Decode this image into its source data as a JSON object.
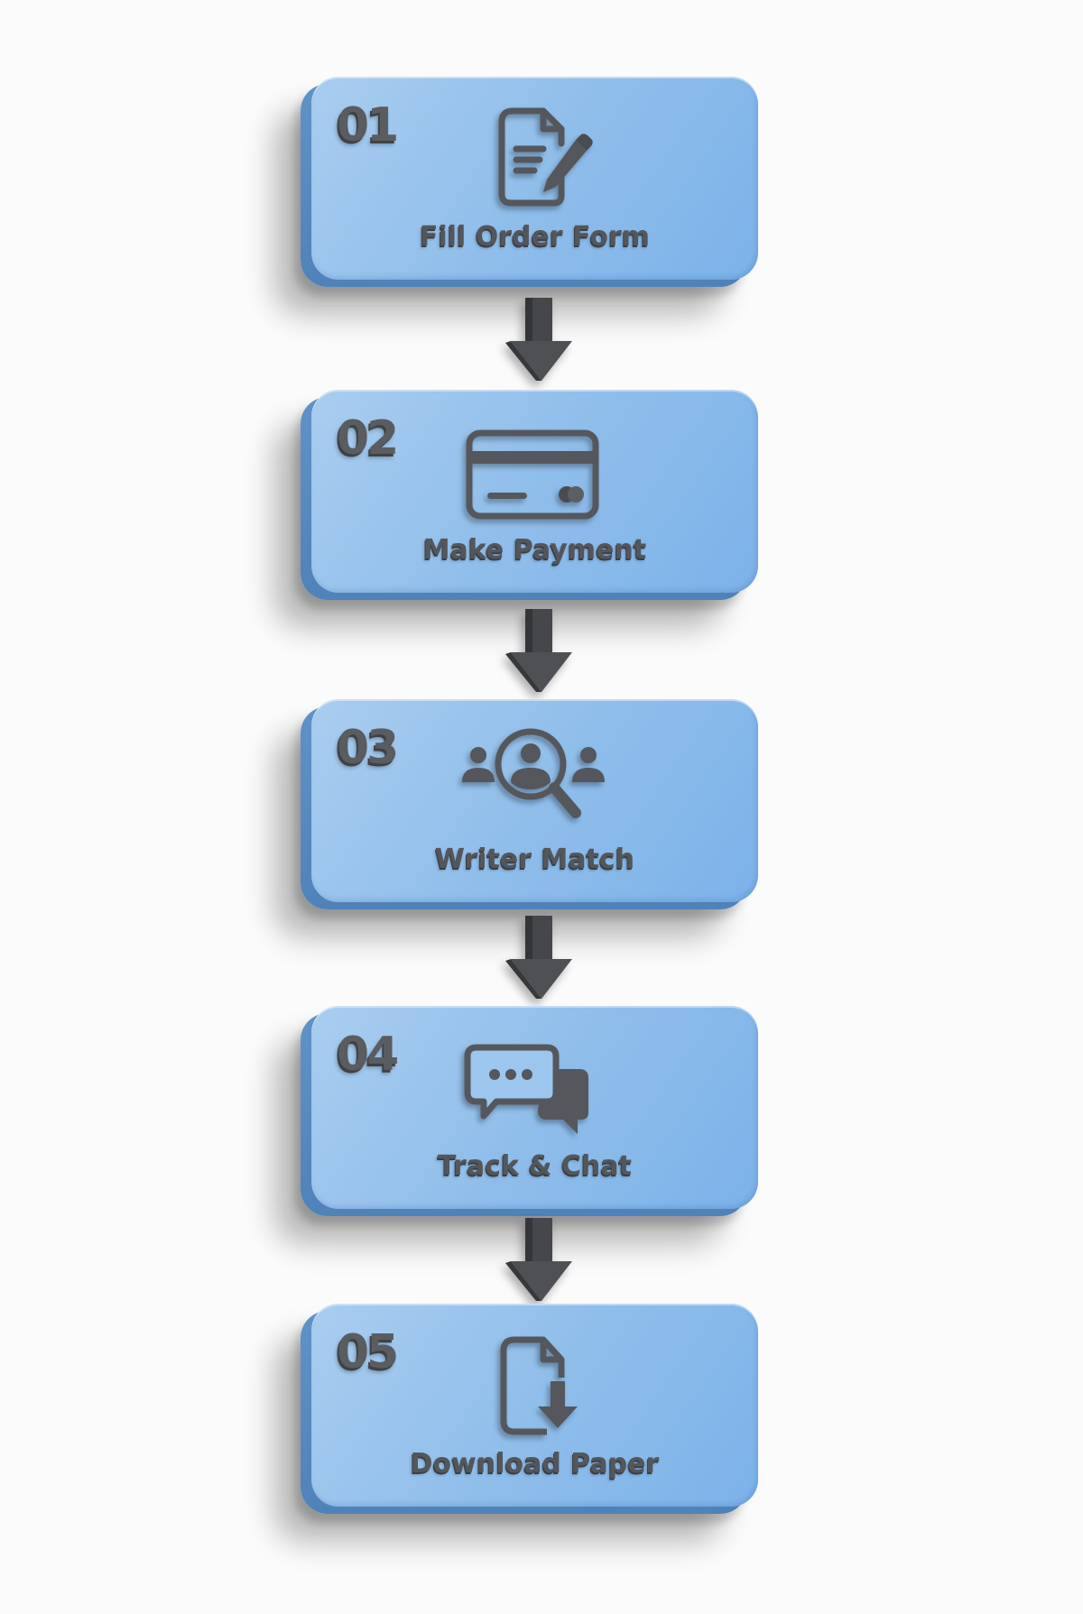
{
  "diagram": {
    "type": "vertical-process-flow",
    "colors": {
      "tile_face": "#92bfeb",
      "tile_side": "#5589bf",
      "icon_text": "#55575c",
      "arrow": "#4e5054",
      "background": "#fbfbfb"
    },
    "steps": [
      {
        "number": "01",
        "label": "Fill Order Form",
        "icon": "document-edit-icon"
      },
      {
        "number": "02",
        "label": "Make Payment",
        "icon": "credit-card-icon"
      },
      {
        "number": "03",
        "label": "Writer Match",
        "icon": "user-search-icon"
      },
      {
        "number": "04",
        "label": "Track & Chat",
        "icon": "chat-bubbles-icon"
      },
      {
        "number": "05",
        "label": "Download Paper",
        "icon": "file-download-icon"
      }
    ],
    "connectors": [
      {
        "from": "01",
        "to": "02",
        "icon": "arrow-down-icon"
      },
      {
        "from": "02",
        "to": "03",
        "icon": "arrow-down-icon"
      },
      {
        "from": "03",
        "to": "04",
        "icon": "arrow-down-icon"
      },
      {
        "from": "04",
        "to": "05",
        "icon": "arrow-down-icon"
      }
    ]
  }
}
